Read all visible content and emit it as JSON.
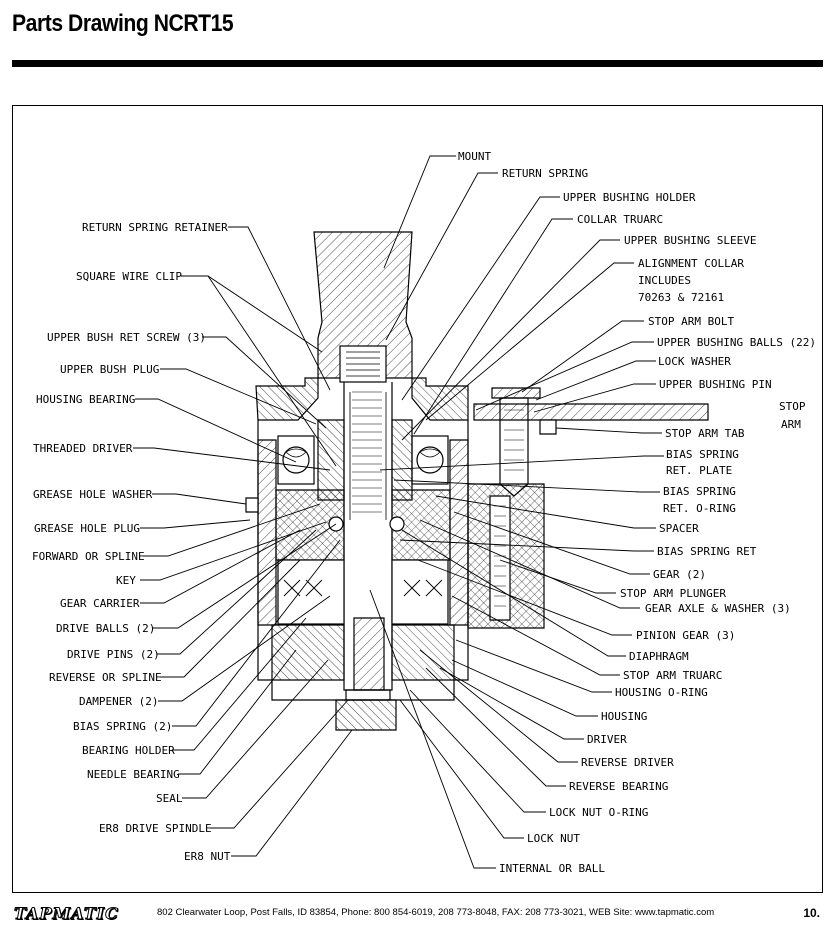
{
  "header": {
    "title": "Parts Drawing NCRT15"
  },
  "labels": {
    "left": [
      "RETURN SPRING RETAINER",
      "SQUARE WIRE CLIP",
      "UPPER BUSH RET SCREW (3)",
      "UPPER BUSH PLUG",
      "HOUSING BEARING",
      "THREADED DRIVER",
      "GREASE HOLE WASHER",
      "GREASE HOLE PLUG",
      "FORWARD OR SPLINE",
      "KEY",
      "GEAR CARRIER",
      "DRIVE BALLS (2)",
      "DRIVE PINS (2)",
      "REVERSE OR SPLINE",
      "DAMPENER (2)",
      "BIAS SPRING (2)",
      "BEARING HOLDER",
      "NEEDLE BEARING",
      "SEAL",
      "ER8 DRIVE SPINDLE",
      "ER8 NUT"
    ],
    "right": [
      "MOUNT",
      "RETURN SPRING",
      "UPPER BUSHING HOLDER",
      "COLLAR TRUARC",
      "UPPER BUSHING SLEEVE",
      "ALIGNMENT COLLAR",
      "INCLUDES",
      "70263 & 72161",
      "STOP ARM BOLT",
      "UPPER BUSHING BALLS (22)",
      "LOCK WASHER",
      "UPPER BUSHING PIN",
      "STOP",
      "ARM",
      "STOP ARM TAB",
      "BIAS SPRING",
      "RET. PLATE",
      "BIAS SPRING",
      "RET. O-RING",
      "SPACER",
      "BIAS SPRING RET",
      "GEAR (2)",
      "STOP ARM PLUNGER",
      "GEAR AXLE & WASHER (3)",
      "PINION GEAR (3)",
      "DIAPHRAGM",
      "STOP ARM TRUARC",
      "HOUSING O-RING",
      "HOUSING",
      "DRIVER",
      "REVERSE DRIVER",
      "REVERSE BEARING",
      "LOCK NUT O-RING",
      "LOCK NUT",
      "INTERNAL OR BALL"
    ]
  },
  "footer": {
    "brand": "TAPMATIC",
    "address": "802 Clearwater Loop, Post Falls, ID  83854, Phone:  800 854-6019, 208 773-8048,  FAX: 208 773-3021, WEB Site:  www.tapmatic.com",
    "page_number": "10."
  }
}
